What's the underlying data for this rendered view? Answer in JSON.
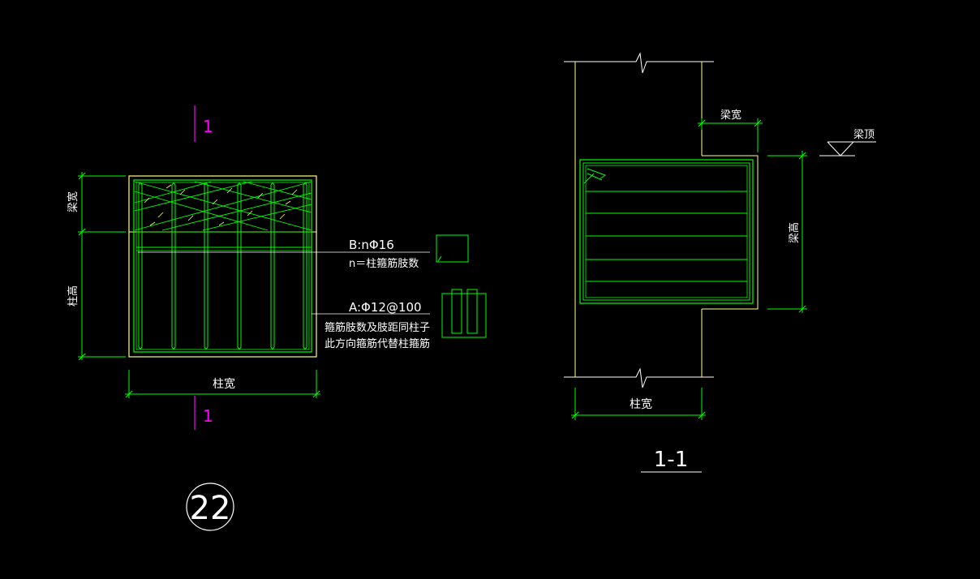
{
  "colors": {
    "background": "#000000",
    "outline": "#ffff80",
    "rebar": "#00ff00",
    "dimension": "#00ff00",
    "text": "#ffffff",
    "section_mark": "#ff00ff",
    "leader": "#ffffff"
  },
  "plan": {
    "section_mark_top": "1",
    "section_mark_bottom": "1",
    "dim_beam_width": "梁宽",
    "dim_column_height": "柱高",
    "dim_column_width": "柱宽",
    "note_b_line1": "B:nΦ16",
    "note_b_line2": "n＝柱箍筋肢数",
    "note_a_line1": "A:Φ12@100",
    "note_a_line2": "箍筋肢数及肢距同柱子",
    "note_a_line3": "此方向箍筋代替柱箍筋"
  },
  "detail_number": "22",
  "section": {
    "dim_beam_width": "梁宽",
    "beam_top_label": "梁顶",
    "dim_beam_height": "梁高",
    "dim_column_width": "柱宽",
    "title": "1-1"
  }
}
